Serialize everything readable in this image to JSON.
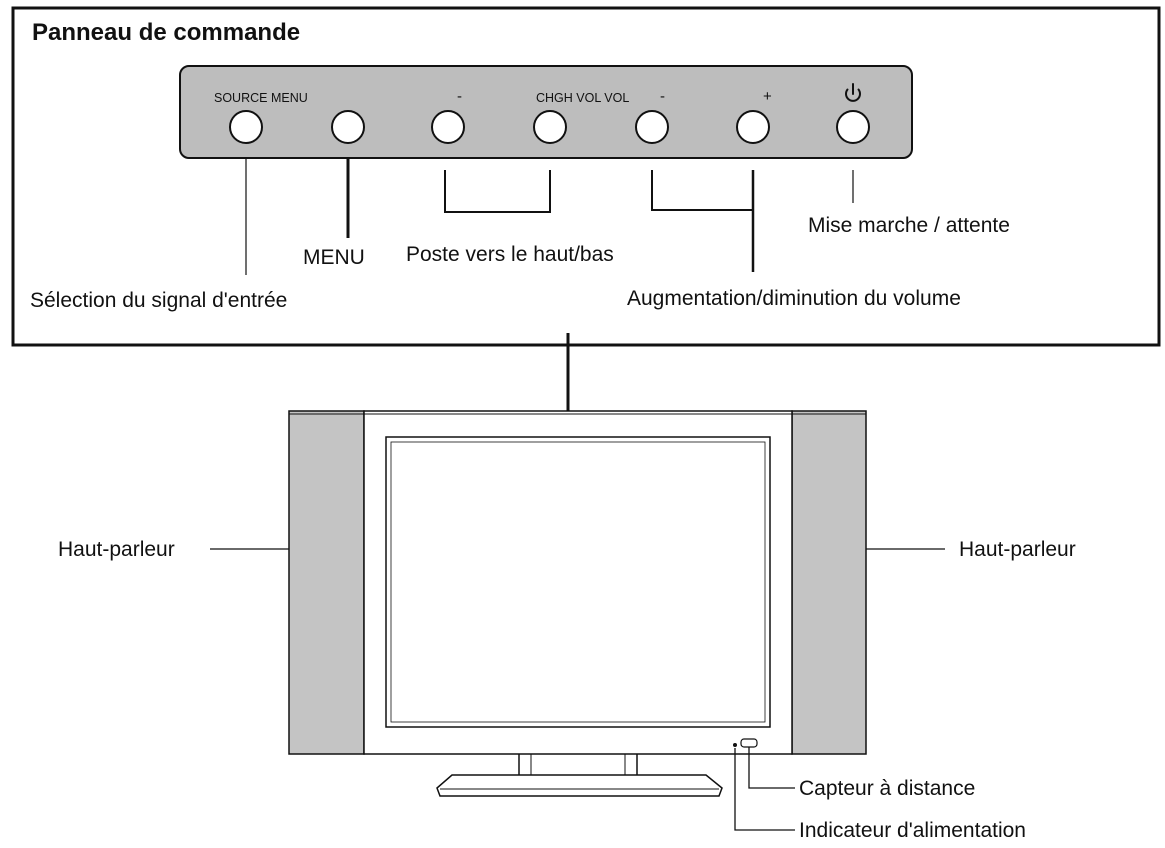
{
  "panel": {
    "title": "Panneau de commande",
    "button_labels": {
      "source_menu": "SOURCE MENU",
      "minus_1": "-",
      "chgh_vol_vol": "CHGH VOL VOL",
      "minus_2": "-",
      "plus": "+"
    },
    "buttons": [
      {
        "name": "source-button"
      },
      {
        "name": "menu-button"
      },
      {
        "name": "channel-down-button"
      },
      {
        "name": "channel-up-button"
      },
      {
        "name": "volume-down-button"
      },
      {
        "name": "volume-up-button"
      },
      {
        "name": "power-button",
        "icon": "power-icon"
      }
    ]
  },
  "callouts": {
    "menu": "MENU",
    "channel": "Poste vers le haut/bas",
    "power": "Mise marche / attente",
    "source": "Sélection du signal d'entrée",
    "volume": "Augmentation/diminution du volume",
    "speaker_left": "Haut-parleur",
    "speaker_right": "Haut-parleur",
    "remote_sensor": "Capteur à distance",
    "power_indicator": "Indicateur d'alimentation"
  },
  "colors": {
    "panel_fill": "#bdbdbd",
    "speaker_fill": "#c4c4c4",
    "line": "#111111",
    "button_fill": "#ffffff"
  }
}
